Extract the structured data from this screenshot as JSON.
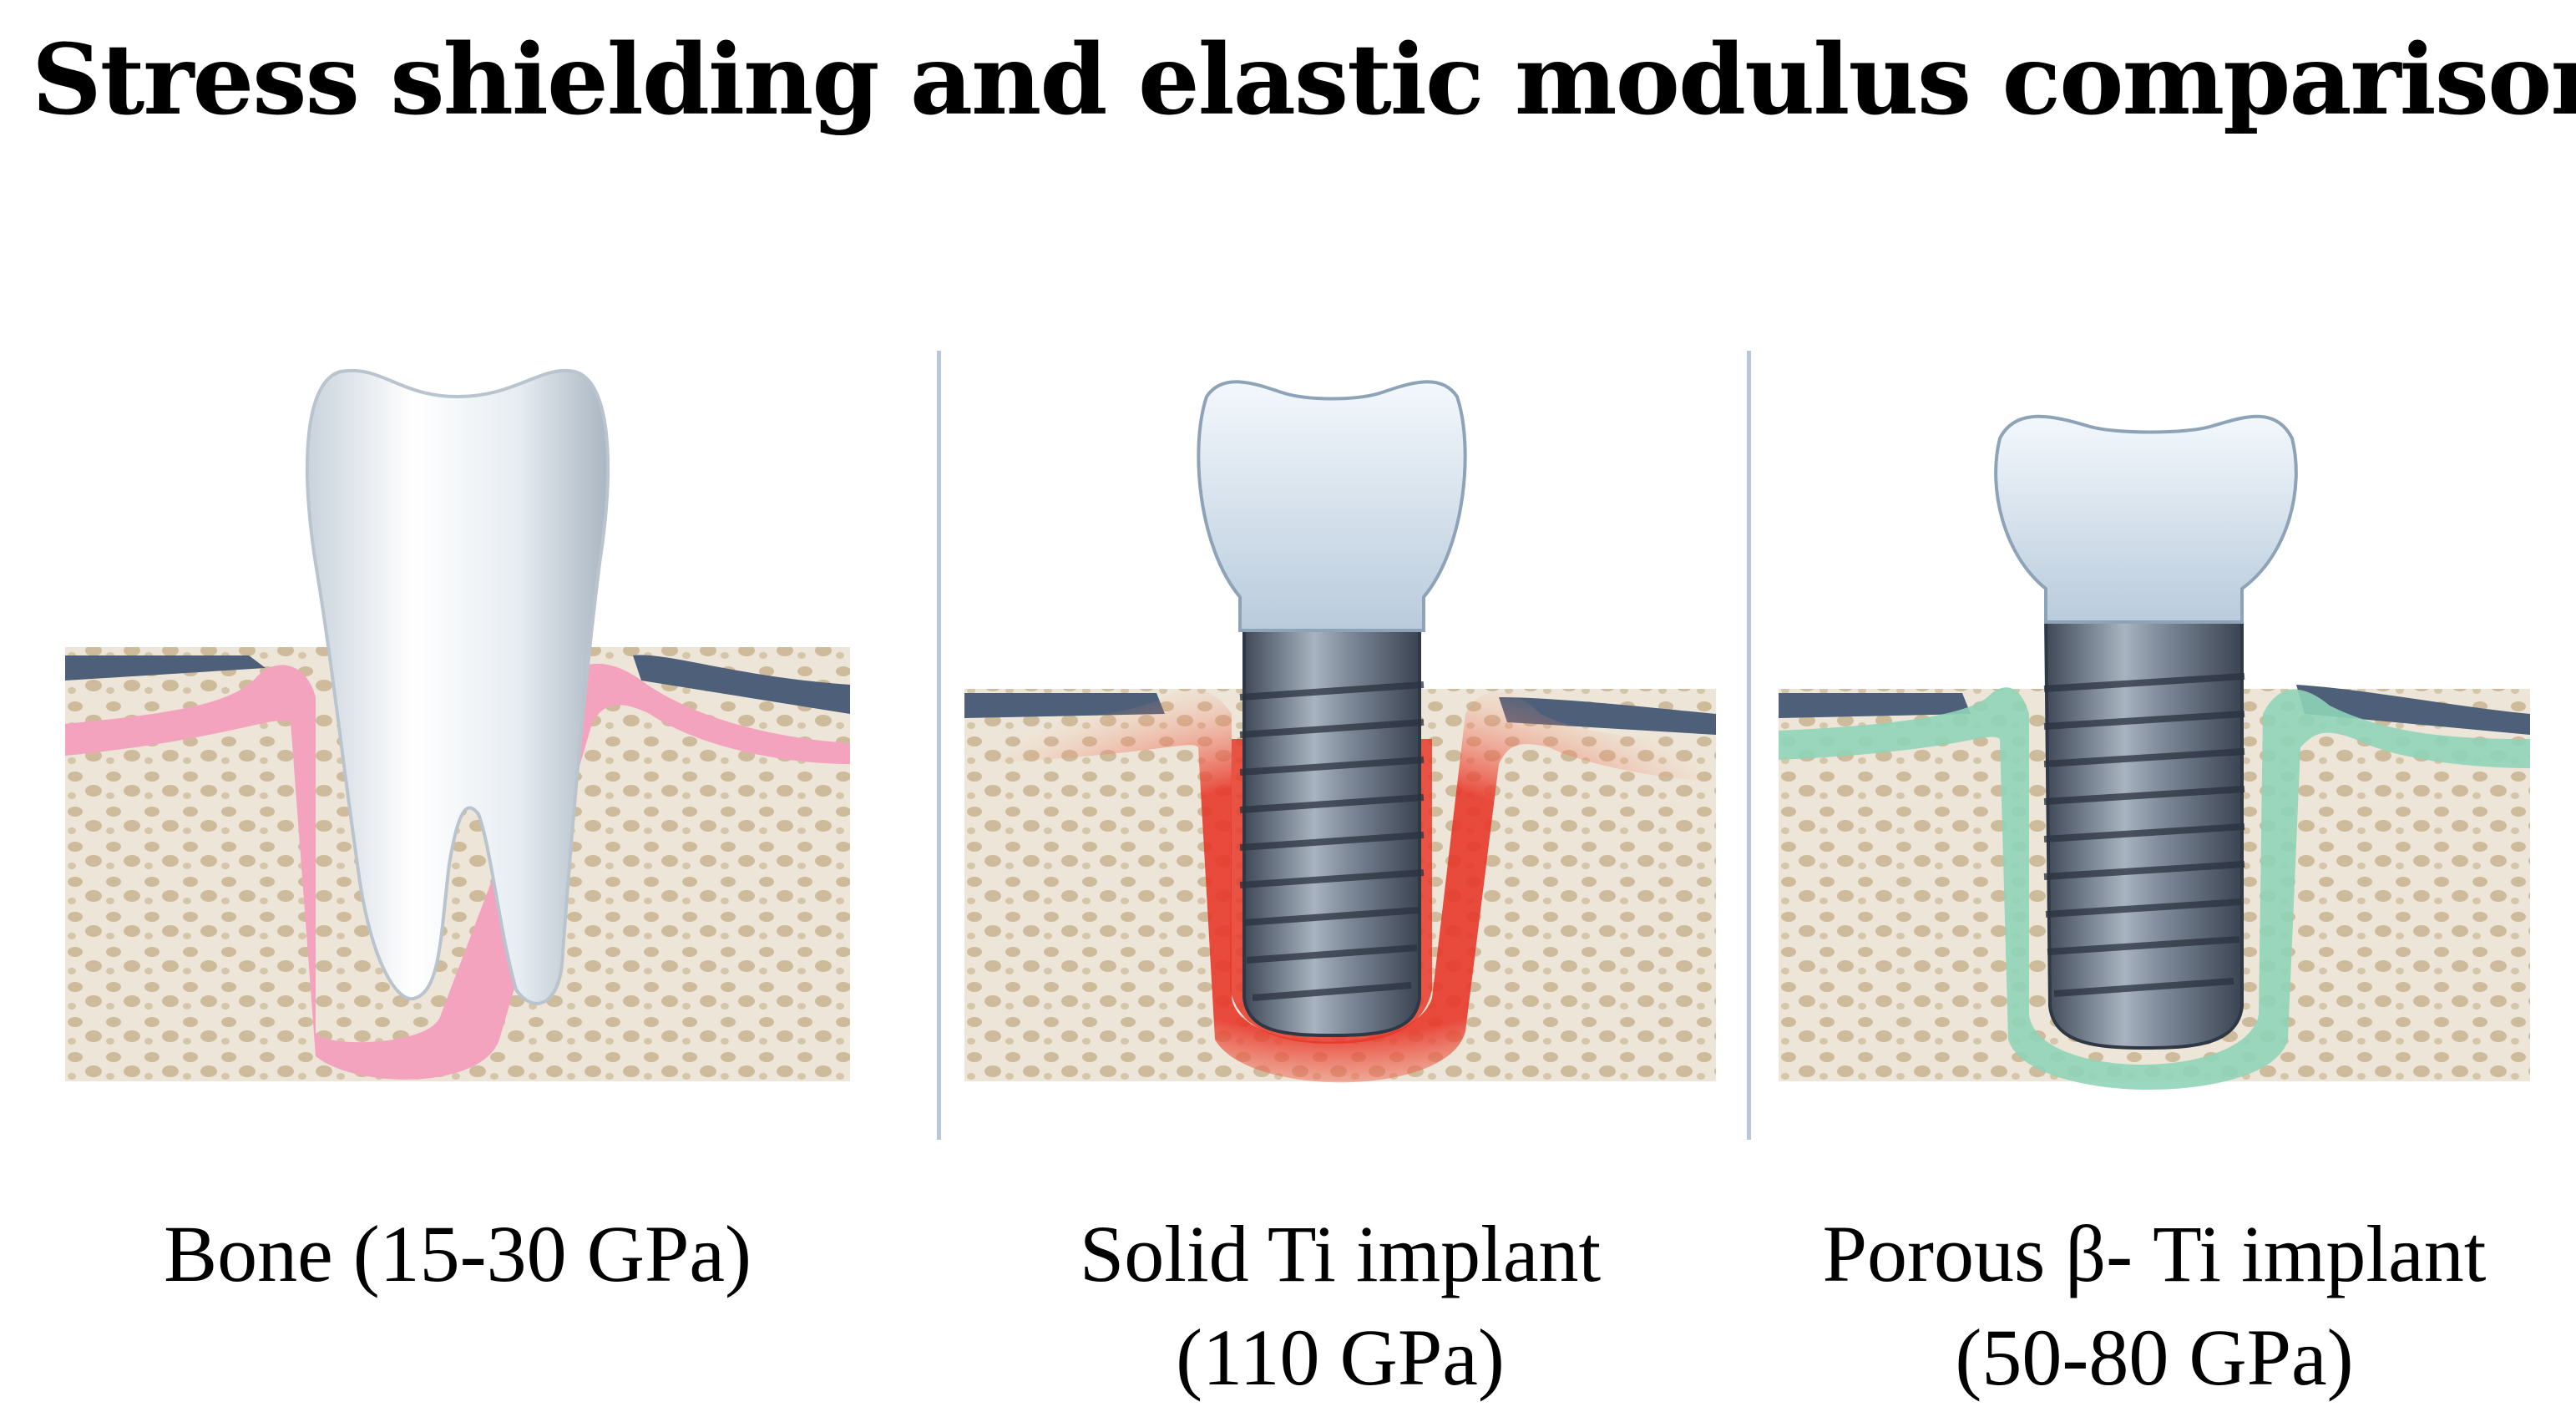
{
  "title": "Stress shielding and elastic modulus comparison",
  "panels": [
    {
      "caption_line1": "Bone (15-30 GPa)",
      "caption_line2": "",
      "interface_color": "#f4a3bf"
    },
    {
      "caption_line1": "Solid Ti implant",
      "caption_line2": "(110 GPa)",
      "interface_color": "#e8382a"
    },
    {
      "caption_line1": "Porous β- Ti implant",
      "caption_line2": "(50-80 GPa)",
      "interface_color": "#8fd4b8"
    }
  ],
  "colors": {
    "bone": "#eae2d2",
    "bone_pore": "#cbb897",
    "gum_cap": "#4d5f79",
    "tooth": "#eef3f7",
    "crown": "#d9e6f1",
    "implant_metal": "#5b6778",
    "divider": "#b8c8d8"
  }
}
